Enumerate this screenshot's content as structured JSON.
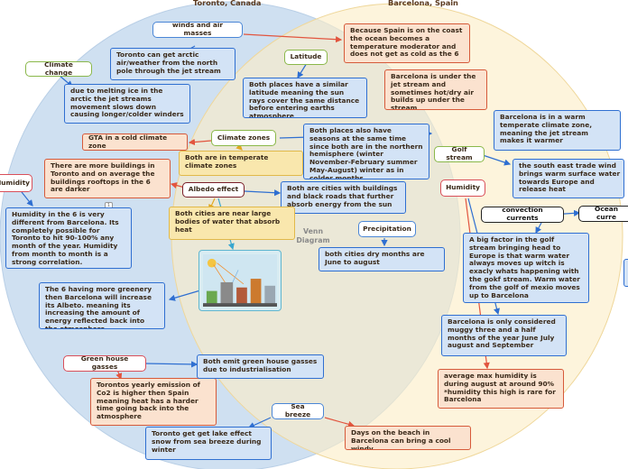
{
  "diagram_title": "Venn Diagram",
  "sets": {
    "left": "Toronto, Canada",
    "right": "Barcelona, Spain"
  },
  "nodes": {
    "winds_air_masses": "winds and air masses",
    "toronto_arctic_air": "Toronto can get arctic air/weather from the north pole through the jet stream",
    "climate_change": "Climate change",
    "ice_melting": "due to melting ice in the arctic the jet streams movement slows down causing longer/colder winders",
    "gta_cold_zone": "GTA in a cold climate zone",
    "more_buildings": "There are more buildings in Toronto and on average the buildings rooftops in the 6 are darker",
    "humidity_left": "Humidity",
    "humidity_toronto": "Humidity in the 6 is very different from Barcelona. Its completely possible for Toronto to hit 90-100% any month of the year. Humidity from month to month is a strong correlation.",
    "greenery": "The 6 having more greenery then Barcelona will increase its Albeto. meaning its increasing the amount of energy reflected back into the atmosphere",
    "greenhouse_gasses": "Green house gasses",
    "co2_emission": "Torontos yearly emission of Co2 is higher then Spain meaning heat has a harder time going back into the atmosphere",
    "lake_effect": "Toronto get get lake effect snow from sea breeze during winter",
    "spain_coast": "Because Spain is on the coast the ocean becomes a temperature moderator and does not get as cold as the 6",
    "latitude": "Latitude",
    "barcelona_jet_stream": "Barcelona is under the jet stream and sometimes hot/dry air builds up under the stream",
    "similar_latitude": "Both places have a similar latitude meaning the sun rays cover the same distance before entering earths atmosphere",
    "climate_zones": "Climate zones",
    "both_seasons": "Both places also have seasons at the same time since both are in the northern hemisphere (winter November-February summer May-August) winter as in colder months",
    "barcelona_warm_zone": "Barcelona is in a warm temperate climate zone, meaning the jet stream makes it warmer",
    "temperate_zones": "Both are in temperate climate zones",
    "gulf_stream": "Golf stream",
    "trade_wind": "the south east trade wind brings warm surface water towards Europe and release heat",
    "albedo_effect": "Albedo effect",
    "both_cities_buildings": "Both are cities with buildings and black roads that further absorb energy from the sun",
    "humidity_right": "Humidity",
    "convection_currents": "convection currents",
    "ocean_currents": "Ocean curre",
    "bodies_of_water": "Both cities are near large bodies of water that absorb heat",
    "precipitation": "Precipitation",
    "dry_months": "both cities dry months are June to august",
    "gulf_big_factor": "A big factor in the golf stream bringing head to Europe is that warm water always moves up witch is exacly whats happening with the gokf stream. Warm water from the golf of mexio moves up to Barcelona",
    "barcelona_muggy": "Barcelona is only considered muggy three and a half months of the year June July august and September",
    "both_emit": "Both emit green house gasses due to industrialisation",
    "avg_humidity": "average max humidity is during august at around 90% *humidity this high is rare for Barcelona",
    "sea_breeze": "Sea breeze",
    "beach_days": "Days on the beach in Barcelona can bring a cool windy"
  },
  "badge_count": "1",
  "colors": {
    "left_circle": "#cfe0f1",
    "right_circle": "#fbeec7",
    "blue_arrow": "#2f6fd1",
    "red_arrow": "#e2553f",
    "title_text": "#5b3a1f"
  }
}
